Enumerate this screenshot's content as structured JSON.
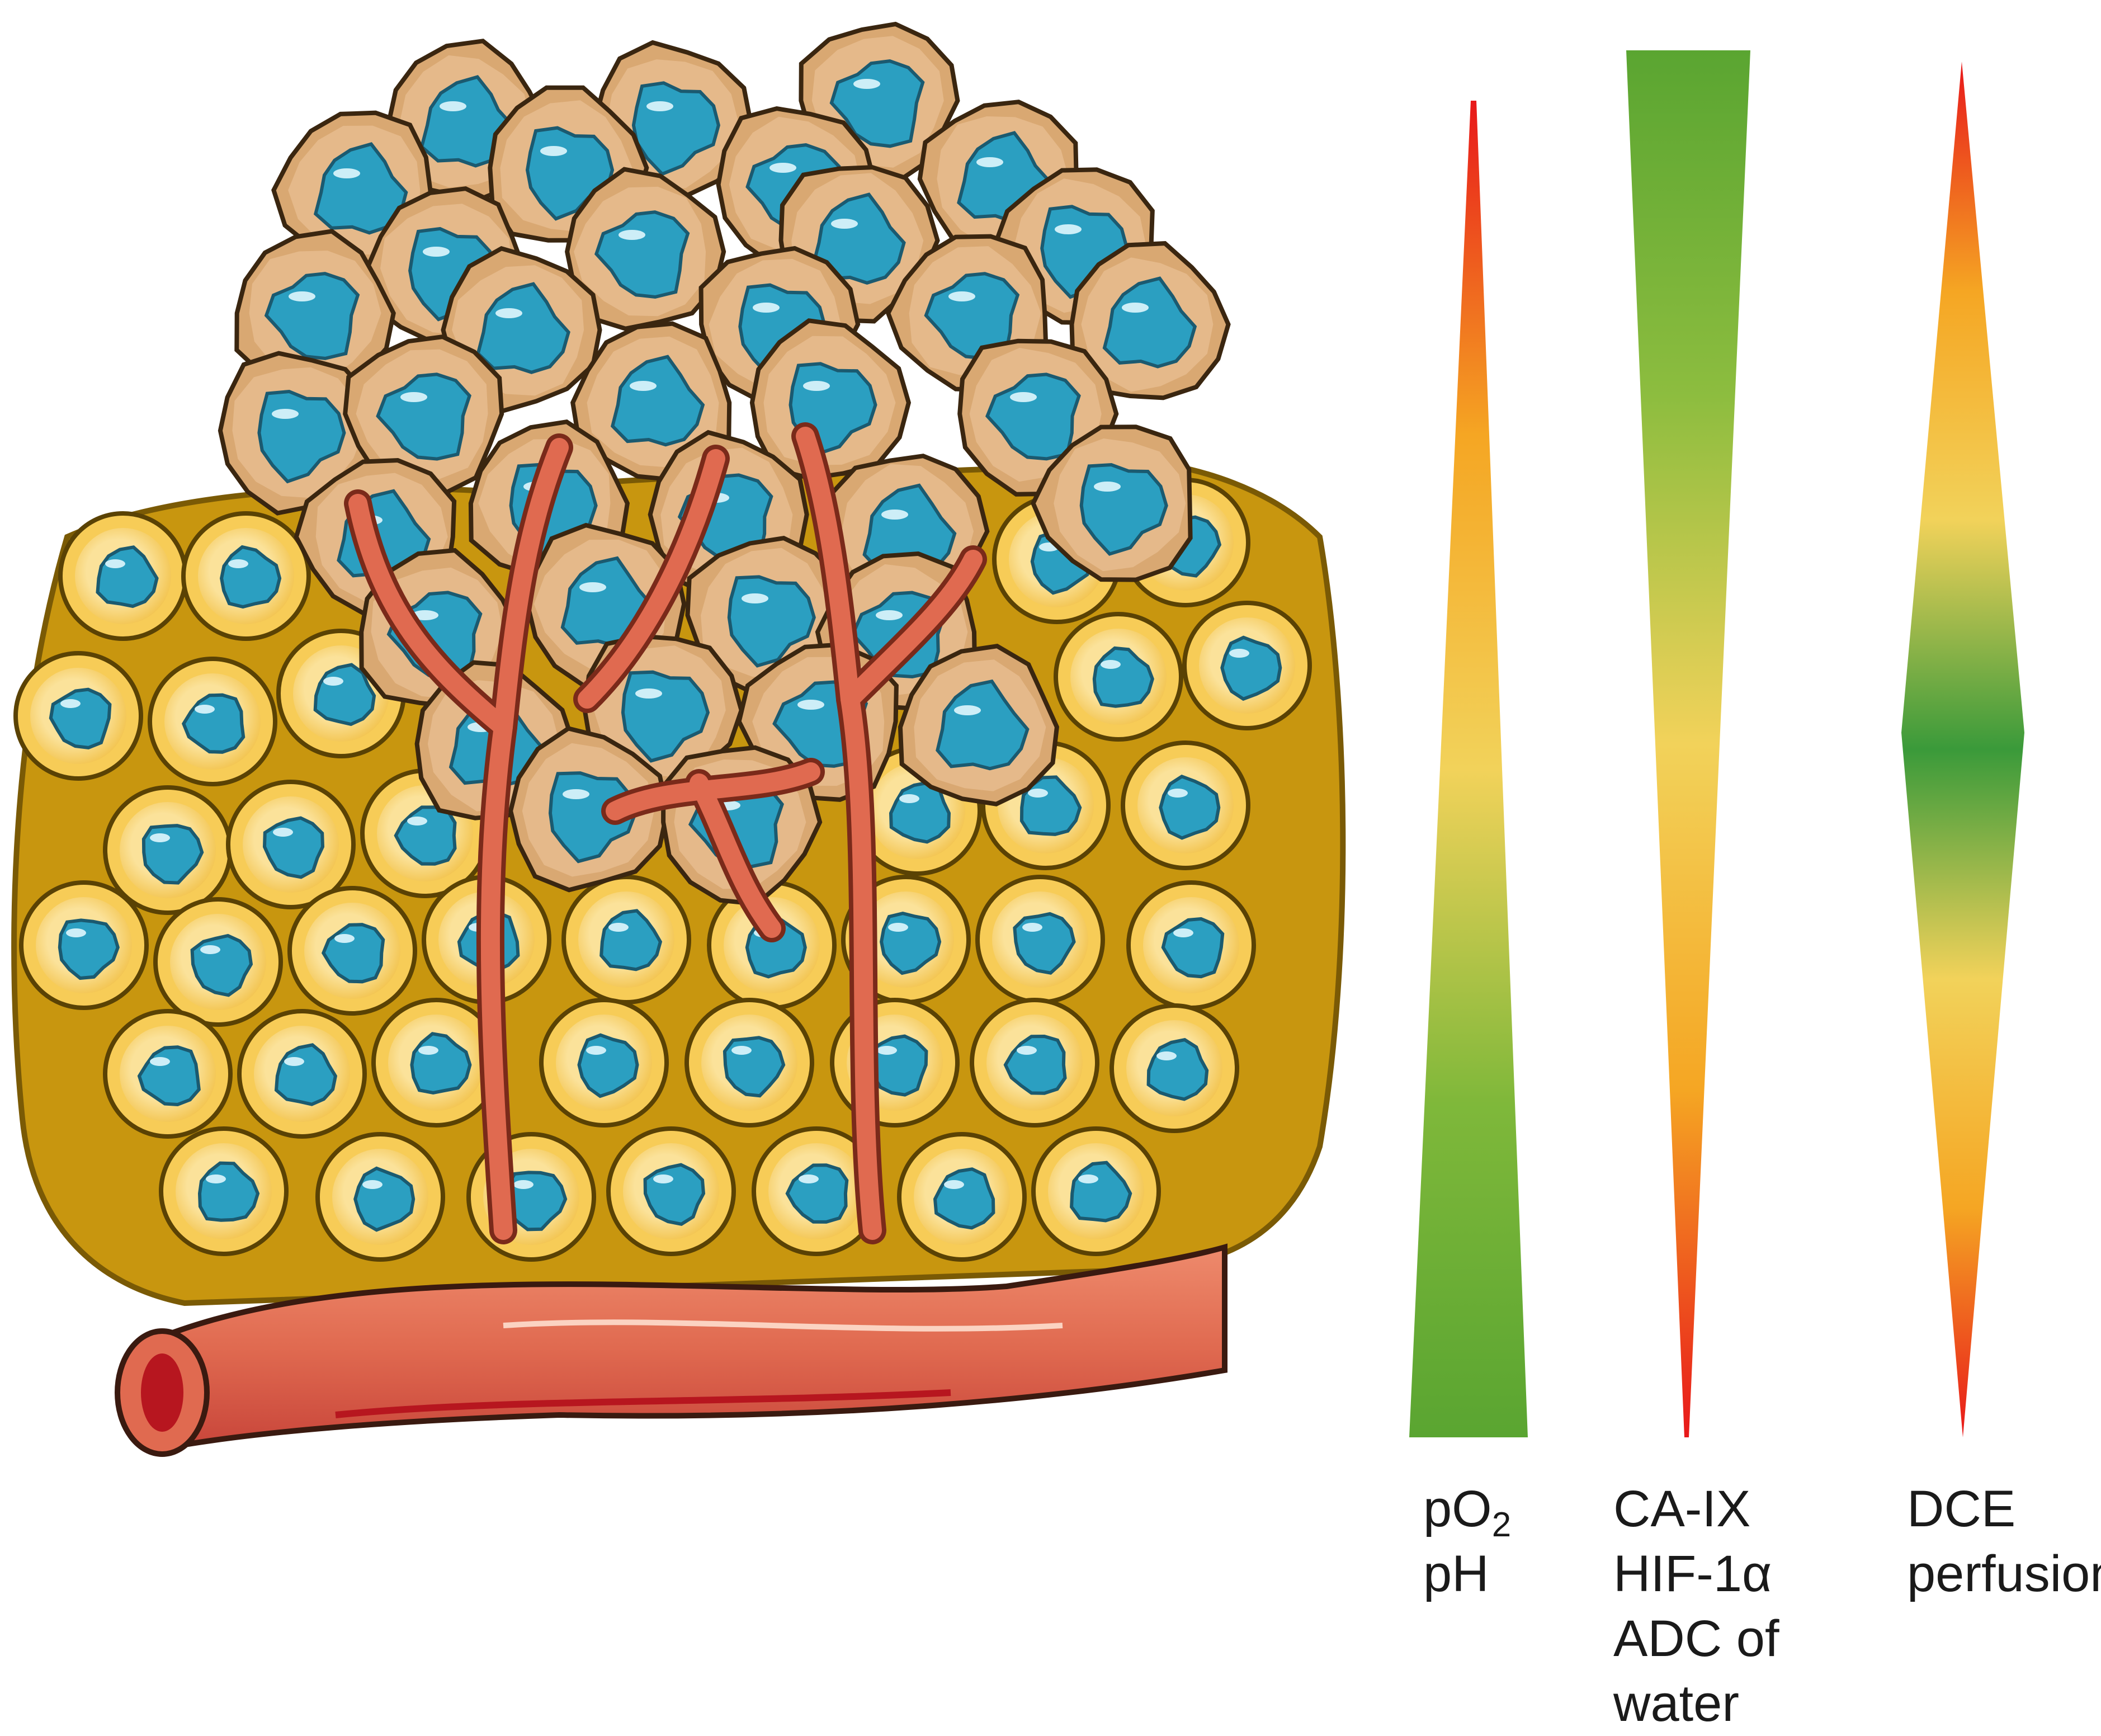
{
  "illustration": {
    "name": "tumor-tissue-illustration",
    "colors": {
      "stroma": "#c8960f",
      "normal_cell": "#f7cc57",
      "normal_cell_inner": "#fbe29a",
      "tumor_cell": "#d9a872",
      "nucleus": "#2b9fc1",
      "vessel": "#e06a50",
      "vessel_dark": "#b7161f"
    }
  },
  "gradients": [
    {
      "name": "po2-ph",
      "shape": "narrow-top-wide-bottom",
      "colors": [
        "#e8181a",
        "#f5a623",
        "#f2d25a",
        "#7fb83a",
        "#5aa531"
      ],
      "labels": [
        {
          "main": "pO",
          "sub": "2"
        },
        {
          "main": "pH"
        }
      ]
    },
    {
      "name": "caix-hif1a-adc",
      "shape": "wide-top-narrow-bottom",
      "colors": [
        "#5aa531",
        "#8dbd3f",
        "#f2d25a",
        "#f5a623",
        "#e8181a"
      ],
      "labels": [
        {
          "main": "CA-IX"
        },
        {
          "main": "HIF-1α"
        },
        {
          "main": "ADC of"
        },
        {
          "main": "water"
        }
      ]
    },
    {
      "name": "dce-perfusion",
      "shape": "narrow-ends-wide-middle",
      "colors": [
        "#e8181a",
        "#f5a623",
        "#f2d25a",
        "#3a9a3a",
        "#f2d25a",
        "#f5a623",
        "#e8181a"
      ],
      "labels": [
        {
          "main": "DCE"
        },
        {
          "main": "perfusion"
        }
      ]
    }
  ]
}
